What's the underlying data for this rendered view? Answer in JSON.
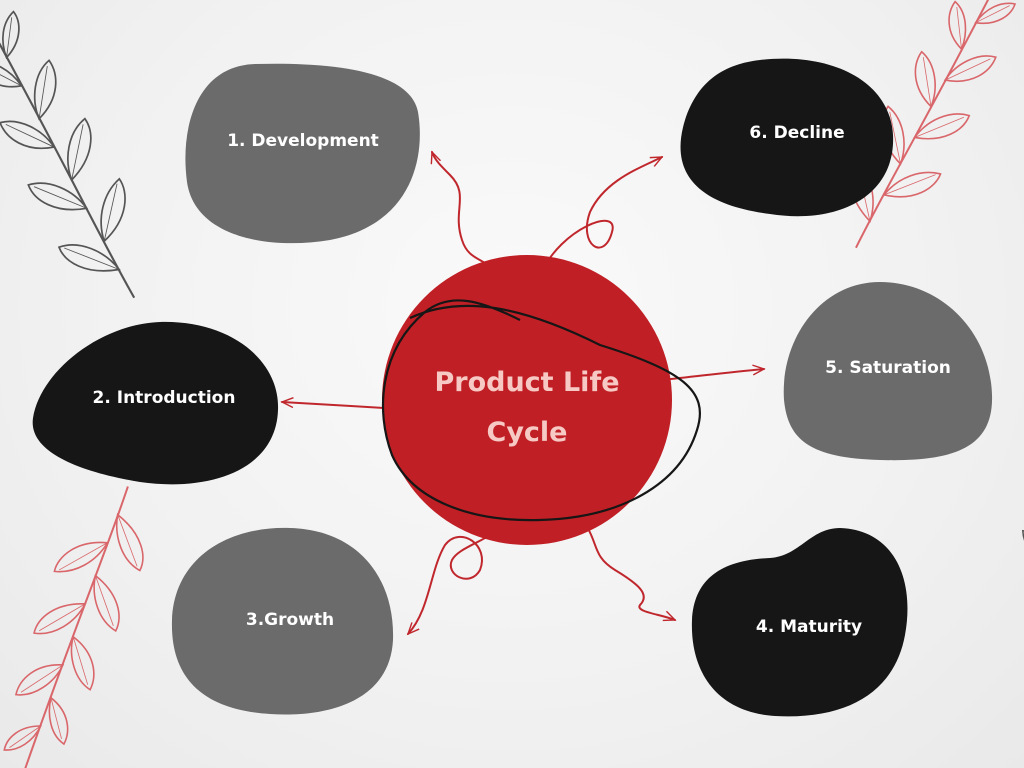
{
  "diagram": {
    "center": {
      "title": "Product Life Cycle"
    },
    "stages": [
      {
        "id": "development",
        "label": "1.  Development",
        "color": "#6b6b6b"
      },
      {
        "id": "introduction",
        "label": "2. Introduction",
        "color": "#161616"
      },
      {
        "id": "growth",
        "label": "3.Growth",
        "color": "#6b6b6b"
      },
      {
        "id": "maturity",
        "label": "4. Maturity",
        "color": "#161616"
      },
      {
        "id": "saturation",
        "label": "5. Saturation",
        "color": "#6b6b6b"
      },
      {
        "id": "decline",
        "label": "6. Decline",
        "color": "#161616"
      }
    ]
  },
  "colors": {
    "accent_red": "#c01f25",
    "arrow_red": "#c0272d",
    "dark_blob": "#161616",
    "grey_blob": "#6b6b6b",
    "leaf_grey": "#555555",
    "leaf_red": "#d9666a",
    "center_text": "#f6c9c4"
  },
  "icons": [
    "leaf-branch-icon"
  ]
}
